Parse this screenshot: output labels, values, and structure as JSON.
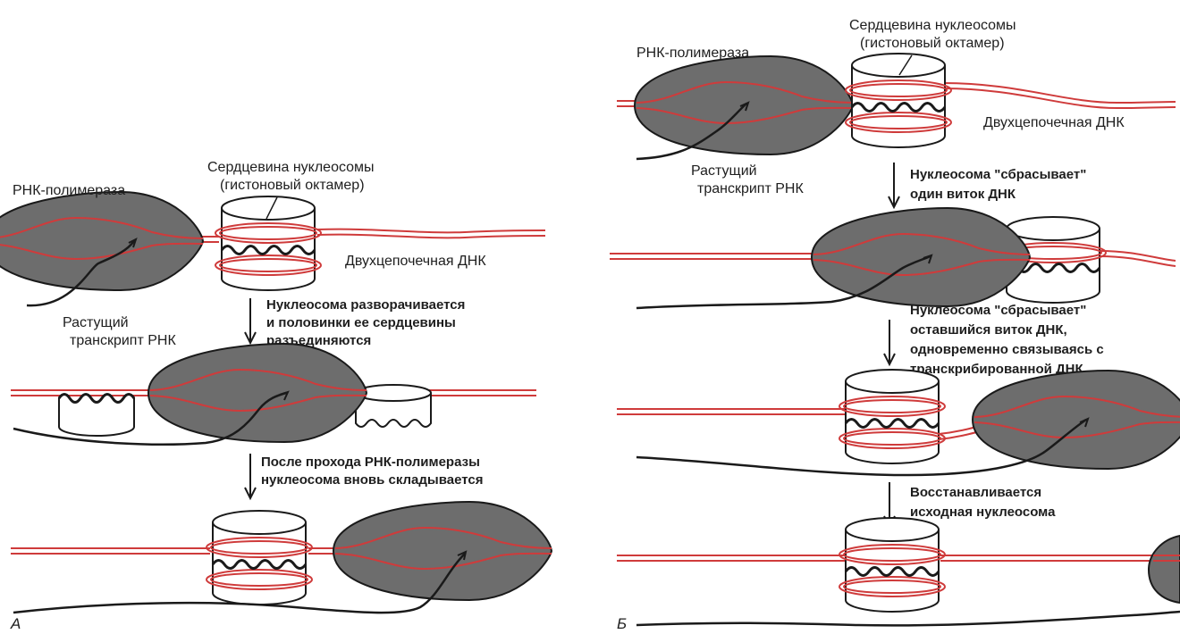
{
  "colors": {
    "dna": "#cf3b3b",
    "polymerase_fill": "#6d6d6d",
    "outline": "#1a1a1a",
    "paper": "#ffffff"
  },
  "panel_a": {
    "label": "А",
    "labels": {
      "polymerase": "РНК-полимераза",
      "core_line1": "Сердцевина нуклеосомы",
      "core_line2": "(гистоновый октамер)",
      "dna": "Двухцепочечная ДНК",
      "transcript_line1": "Растущий",
      "transcript_line2": "транскрипт РНК"
    },
    "steps": [
      {
        "lines": [
          "Нуклеосома разворачивается",
          "и половинки ее сердцевины",
          "разъединяются"
        ]
      },
      {
        "lines": [
          "После прохода РНК-полимеразы",
          "нуклеосома вновь складывается"
        ]
      }
    ]
  },
  "panel_b": {
    "label": "Б",
    "labels": {
      "polymerase": "РНК-полимераза",
      "core_line1": "Сердцевина нуклеосомы",
      "core_line2": "(гистоновый октамер)",
      "dna": "Двухцепочечная ДНК",
      "transcript_line1": "Растущий",
      "transcript_line2": "транскрипт РНК"
    },
    "steps": [
      {
        "lines": [
          "Нуклеосома \"сбрасывает\"",
          "один виток ДНК"
        ]
      },
      {
        "lines": [
          "Нуклеосома \"сбрасывает\"",
          "оставшийся виток ДНК,",
          "одновременно связываясь с",
          "транскрибированной ДНК"
        ]
      },
      {
        "lines": [
          "Восстанавливается",
          "исходная нуклеосома"
        ]
      }
    ]
  }
}
